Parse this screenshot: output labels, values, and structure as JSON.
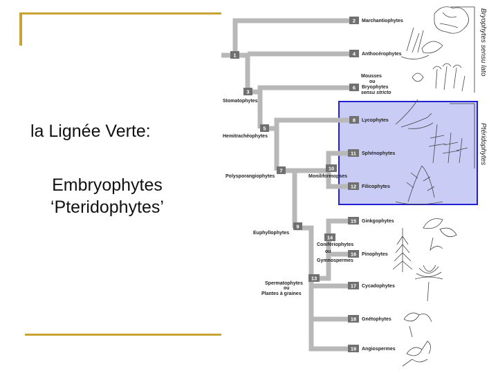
{
  "slide": {
    "title": "la Lignée Verte:",
    "subtitle_line1": "Embryophytes",
    "subtitle_line2": "‘Pteridophytes’"
  },
  "tree": {
    "tips": [
      {
        "num": "2",
        "label": "Marchantiophytes"
      },
      {
        "num": "4",
        "label": "Anthocérophytes"
      },
      {
        "num": "6",
        "label": "Bryophytes",
        "above1": "Mousses",
        "above2": "ou",
        "below": "sensu stricto"
      },
      {
        "num": "8",
        "label": "Lycophytes"
      },
      {
        "num": "11",
        "label": "Sphénophytes"
      },
      {
        "num": "12",
        "label": "Filicophytes"
      },
      {
        "num": "15",
        "label": "Ginkgophytes"
      },
      {
        "num": "16",
        "label": "Pinophytes",
        "above1": "Conifériophytes",
        "above2": "ou",
        "below": "Gymnospermes"
      },
      {
        "num": "17",
        "label": "Cycadophytes"
      },
      {
        "num": "18",
        "label": "Gnétophytes"
      },
      {
        "num": "19",
        "label": "Angiospermes"
      }
    ],
    "nodes": [
      {
        "num": "1",
        "label": ""
      },
      {
        "num": "3",
        "label": "Stomatophytes"
      },
      {
        "num": "5",
        "label": "Hemitrachéophytes"
      },
      {
        "num": "7",
        "label": "Polysporangiophytes"
      },
      {
        "num": "9",
        "label": "Euphyllophytes"
      },
      {
        "num": "10",
        "label": "Moniliformopses"
      },
      {
        "num": "13",
        "label": "Spermatophytes",
        "line2": "ou",
        "line3": "Plantes à graines"
      },
      {
        "num": "14",
        "label": ""
      }
    ],
    "side_labels": {
      "bryophytes": "Bryophytes sensu lato",
      "pteridophytes": "Ptéridophytes"
    },
    "colors": {
      "highlight_fill": "#c9cdf6",
      "highlight_border": "#2020d0",
      "branch": "#b8b8b8",
      "number_box": "#707070"
    }
  }
}
